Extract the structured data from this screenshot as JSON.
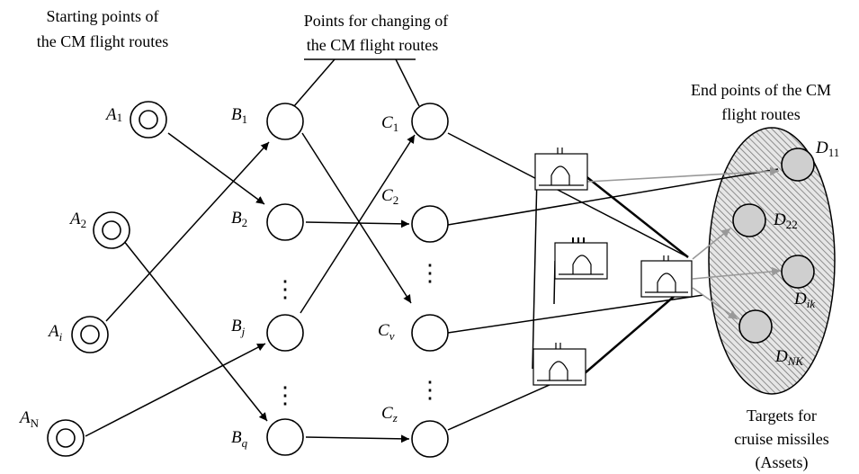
{
  "captions": {
    "start_line1": "Starting points of",
    "start_line2": "the CM flight routes",
    "change_line1": "Points for changing of",
    "change_line2": "the CM flight routes",
    "end_line1": "End points of the CM",
    "end_line2": "flight routes",
    "targets_line1": "Targets for",
    "targets_line2": "cruise missiles",
    "targets_line3": "(Assets)"
  },
  "nodes": {
    "A1": {
      "main": "A",
      "sub": "1"
    },
    "A2": {
      "main": "A",
      "sub": "2"
    },
    "Ai": {
      "main": "A",
      "sub": "i"
    },
    "AN": {
      "main": "A",
      "sub": "N"
    },
    "B1": {
      "main": "B",
      "sub": "1"
    },
    "B2": {
      "main": "B",
      "sub": "2"
    },
    "Bj": {
      "main": "B",
      "sub": "j"
    },
    "Bq": {
      "main": "B",
      "sub": "q"
    },
    "C1": {
      "main": "C",
      "sub": "1"
    },
    "C2": {
      "main": "C",
      "sub": "2"
    },
    "Cv": {
      "main": "C",
      "sub": "v"
    },
    "Cz": {
      "main": "C",
      "sub": "z"
    },
    "D11": {
      "main": "D",
      "sub": "11"
    },
    "D22": {
      "main": "D",
      "sub": "22"
    },
    "Dik": {
      "main": "D",
      "sub": "ik"
    },
    "DNK": {
      "main": "D",
      "sub": "NK"
    }
  },
  "ellipsis": "⋮"
}
